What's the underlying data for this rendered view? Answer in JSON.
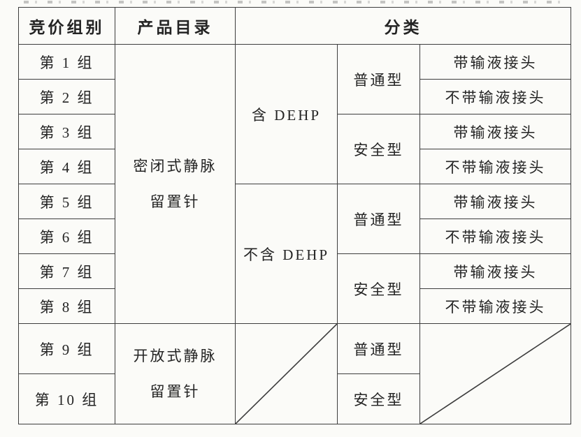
{
  "header": {
    "group_col": "竞价组别",
    "catalog_col": "产品目录",
    "category_col": "分类"
  },
  "groups": [
    "第 1 组",
    "第 2 组",
    "第 3 组",
    "第 4 组",
    "第 5 组",
    "第 6 组",
    "第 7 组",
    "第 8 组",
    "第 9 组",
    "第 10 组"
  ],
  "catalogs": {
    "closed": "密闭式静脉\n留置针",
    "open": "开放式静脉\n留置针"
  },
  "dehp": {
    "with": "含 DEHP",
    "without": "不含 DEHP"
  },
  "types": {
    "ordinary": "普通型",
    "safety": "安全型"
  },
  "connectors": {
    "with": "带输液接头",
    "without": "不带输液接头"
  },
  "colors": {
    "border": "#3d3d3d",
    "text": "#242424",
    "paper": "#fbfbf8"
  }
}
